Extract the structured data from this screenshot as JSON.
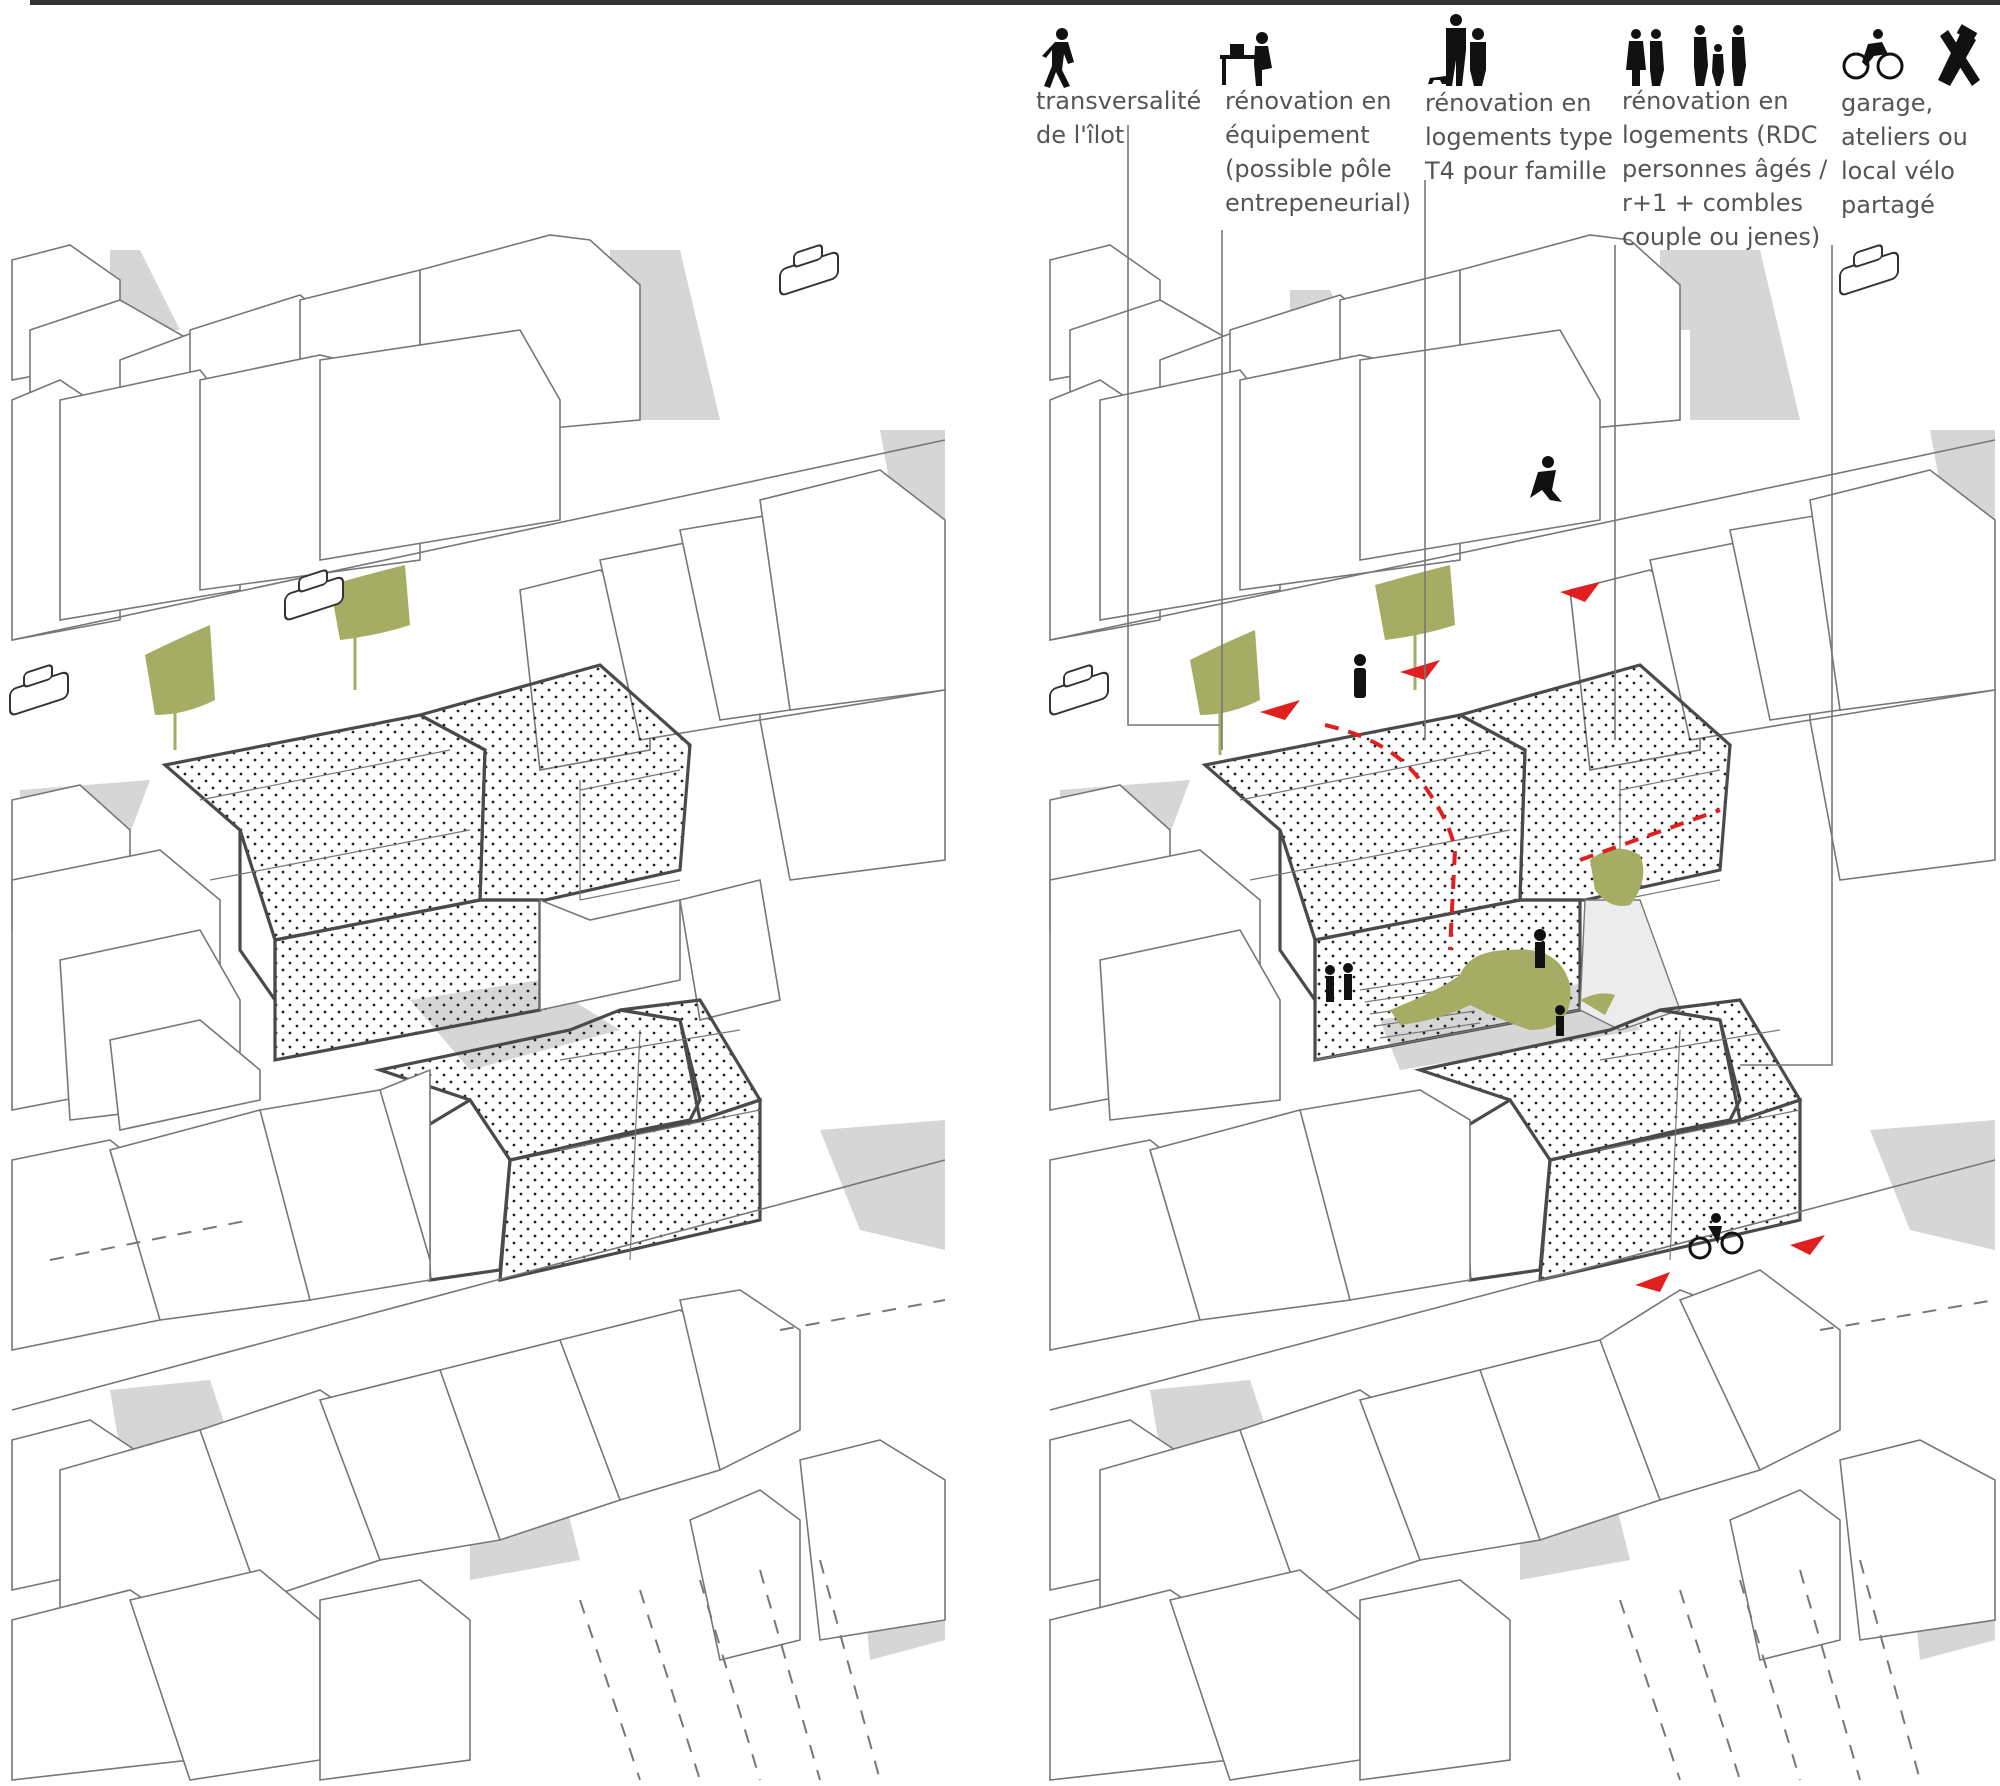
{
  "colors": {
    "outline": "#777777",
    "highlight_outline": "#4a4a4a",
    "shadow": "#d6d6d6",
    "tree": "#a4ad63",
    "route": "#e02020",
    "label_text": "#555555",
    "leader": "#777777",
    "top_rule": "#333333"
  },
  "panels": {
    "left": {
      "state": "existing"
    },
    "right": {
      "state": "proposed"
    }
  },
  "legend": [
    {
      "id": "transversalite",
      "icon": "pedestrian-icon",
      "text": "transversalité\nde l'îlot"
    },
    {
      "id": "equipement",
      "icon": "desk-worker-icon",
      "text": "rénovation en\néquipement\n(possible pôle\nentrepeneurial)"
    },
    {
      "id": "t4",
      "icon": "family-icon",
      "text": "rénovation en\nlogements type\nT4 pour famille"
    },
    {
      "id": "rdc",
      "icon": "elderly-couple-icon",
      "text": "rénovation en\nlogements (RDC\npersonnes âgés /\nr+1  + combles\ncouple ou jenes)"
    },
    {
      "id": "garage",
      "icon": "bicycle-icon",
      "text": "garage,\nateliers ou\nlocal vélo\npartagé"
    }
  ],
  "tools_icon": "hammer-wrench-icon"
}
